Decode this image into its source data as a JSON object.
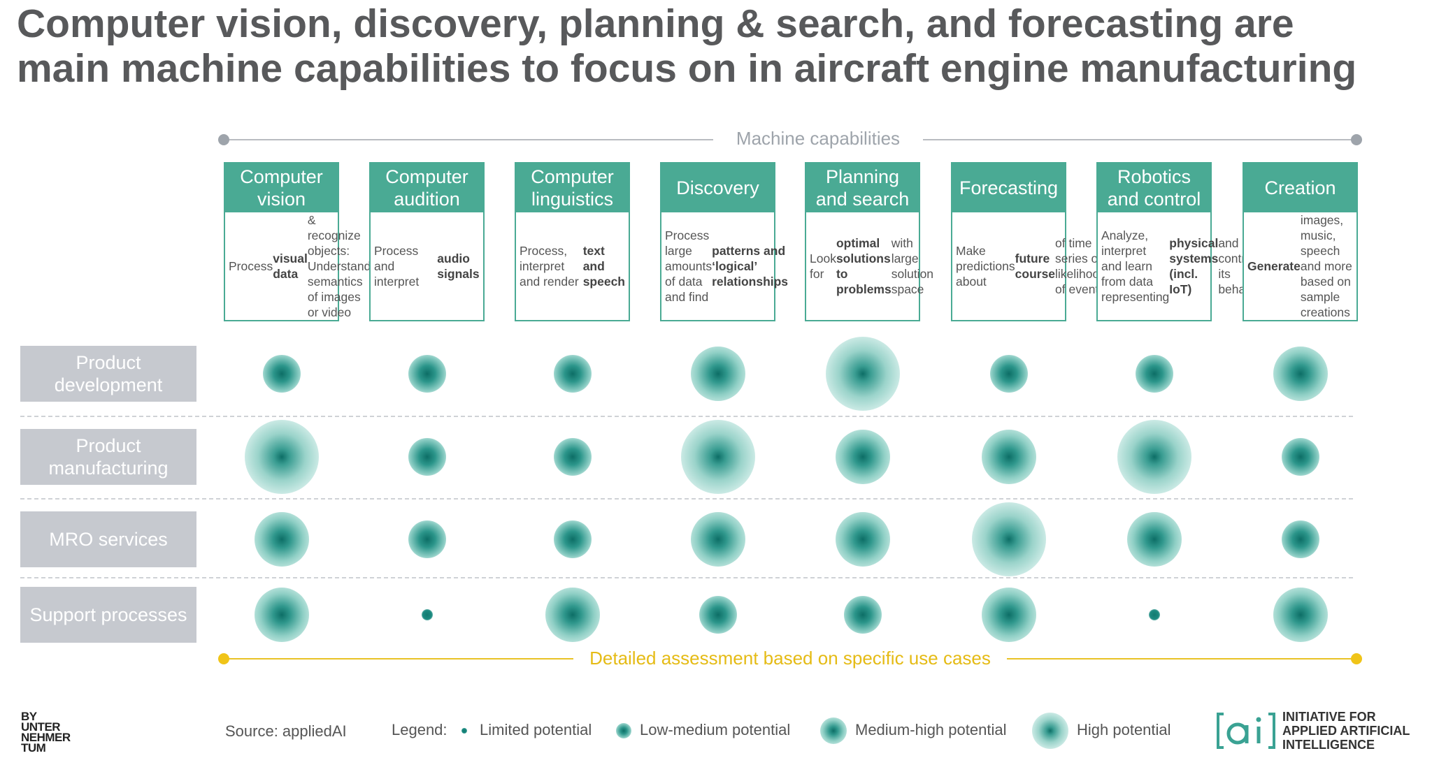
{
  "title": {
    "line1": "Computer vision, discovery, planning & search, and forecasting are",
    "line2": "main machine capabilities to focus on in aircraft engine manufacturing"
  },
  "header_label": "Machine capabilities",
  "capabilities": [
    {
      "name": "Computer vision",
      "html": "Process <b>visual data</b> &amp; recognize objects: Understand semantics of images or video <b>sequences</b>"
    },
    {
      "name": "Computer audition",
      "html": "Process and interpret <b>audio signals</b>"
    },
    {
      "name": "Computer linguistics",
      "html": "Process, interpret and render <b>text and speech</b>"
    },
    {
      "name": "Discovery",
      "html": "Process large amounts of data and find <b>patterns and ‘logical’ relationships</b>"
    },
    {
      "name": "Planning and search",
      "html": "Look for <b>optimal solutions to problems</b> with large solution space"
    },
    {
      "name": "Forecasting",
      "html": "Make predictions about <b>future course</b> of time series or likelihood of events"
    },
    {
      "name": "Robotics and control",
      "html": "Analyze, interpret and learn from data representing <b>physical systems (incl. IoT)</b> and control its behavior"
    },
    {
      "name": "Creation",
      "html": "<b>Generate</b> images, music, speech and more based on sample creations"
    }
  ],
  "rows": [
    {
      "label": "Product development",
      "levels": [
        2,
        2,
        2,
        3,
        4,
        2,
        2,
        3
      ]
    },
    {
      "label": "Product manufacturing",
      "levels": [
        4,
        2,
        2,
        4,
        3,
        3,
        4,
        2
      ]
    },
    {
      "label": "MRO services",
      "levels": [
        3,
        2,
        2,
        3,
        3,
        4,
        3,
        2
      ]
    },
    {
      "label": "Support processes",
      "levels": [
        3,
        1,
        3,
        2,
        2,
        3,
        1,
        3
      ]
    }
  ],
  "footer_label": "Detailed assessment based on specific use cases",
  "source": "Source: appliedAI",
  "legend": {
    "title": "Legend:",
    "items": [
      {
        "label": "Limited potential",
        "level": 1
      },
      {
        "label": "Low-medium potential",
        "level": 2
      },
      {
        "label": "Medium-high potential",
        "level": 3
      },
      {
        "label": "High potential",
        "level": 4
      }
    ]
  },
  "brand_left": "BY UNTER NEHMER TUM",
  "brand_right": {
    "logo_text": "ai",
    "lines": [
      "INITIATIVE FOR",
      "APPLIED ARTIFICIAL",
      "INTELLIGENCE"
    ]
  },
  "colors": {
    "accent": "#4aaa94",
    "bubble": "#0d6e66",
    "row_label_bg": "#c6c9cf",
    "assessment": "#e9c225",
    "rule_gray": "#9ea4ab"
  }
}
